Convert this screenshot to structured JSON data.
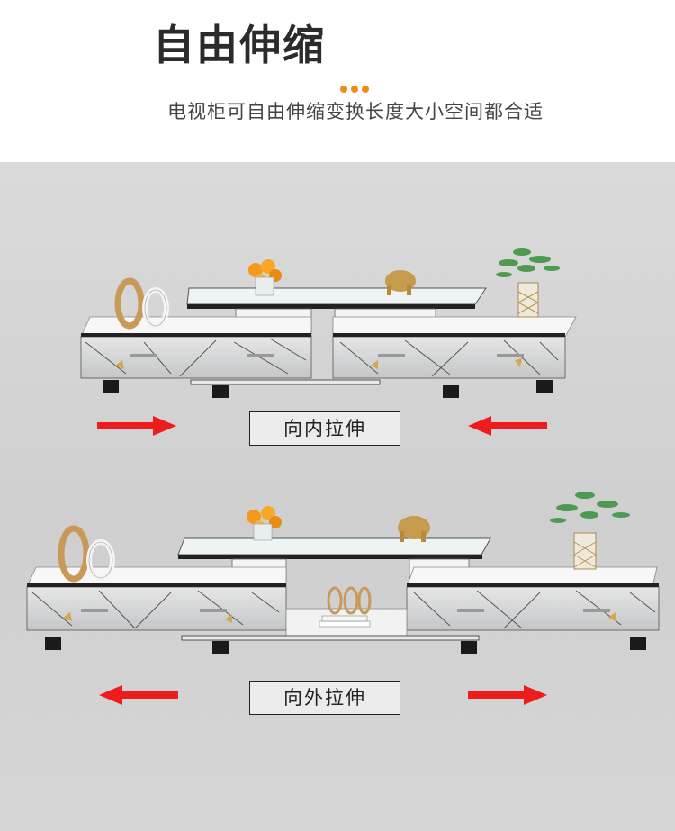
{
  "header": {
    "title": "自由伸缩",
    "subtitle": "电视柜可自由伸缩变换长度大小空间都合适",
    "accent_color": "#f28a1a"
  },
  "scenes": [
    {
      "label": "向内拉伸",
      "direction": "inward",
      "arrow_color": "#ee1c1c"
    },
    {
      "label": "向外拉伸",
      "direction": "outward",
      "arrow_color": "#ee1c1c"
    }
  ]
}
